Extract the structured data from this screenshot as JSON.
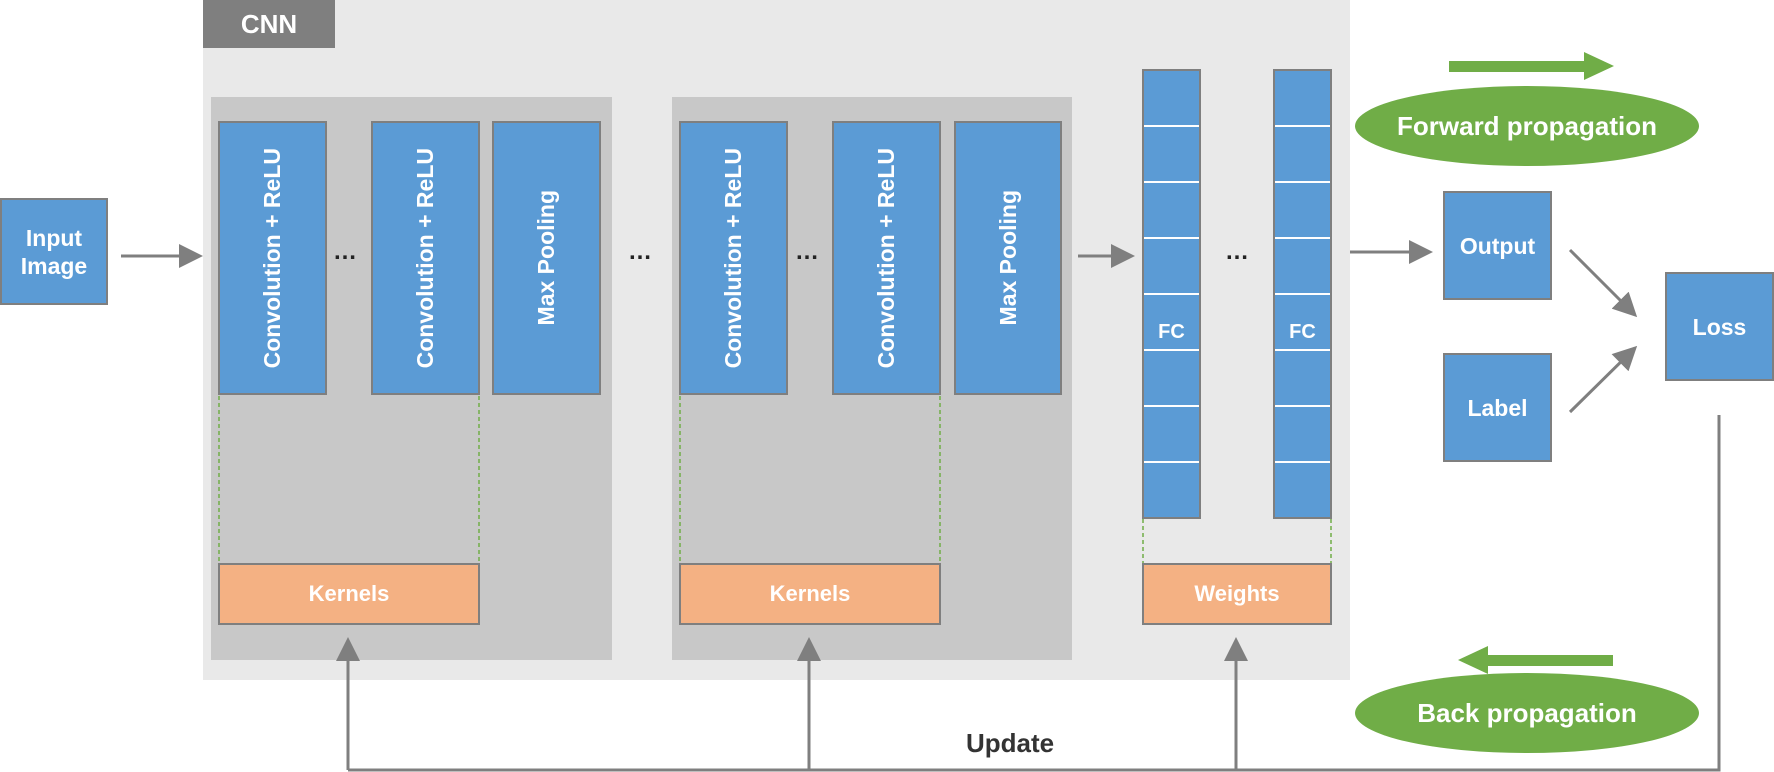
{
  "cnn_label": "CNN",
  "input": {
    "label_line1": "Input",
    "label_line2": "Image"
  },
  "group1": {
    "conv1": "Convolution + ReLU",
    "conv2": "Convolution + ReLU",
    "pool": "Max Pooling",
    "dots": "…",
    "kernels": "Kernels"
  },
  "between_groups_dots": "…",
  "group2": {
    "conv1": "Convolution + ReLU",
    "conv2": "Convolution + ReLU",
    "pool": "Max Pooling",
    "dots": "…",
    "kernels": "Kernels"
  },
  "fc": {
    "layer1": "FC",
    "layer2": "FC",
    "dots": "…",
    "weights": "Weights"
  },
  "output": "Output",
  "label": "Label",
  "loss": "Loss",
  "forward_propagation": "Forward propagation",
  "back_propagation": "Back propagation",
  "update": "Update",
  "colors": {
    "layer_blue": "#5b9bd5",
    "kernel_orange": "#f4b183",
    "propagation_green": "#70ad47",
    "group_gray": "#c8c8c8",
    "cnn_background": "#e9e9e9",
    "arrow_gray": "#7f7f7f",
    "dashed_green": "#70ad47"
  }
}
